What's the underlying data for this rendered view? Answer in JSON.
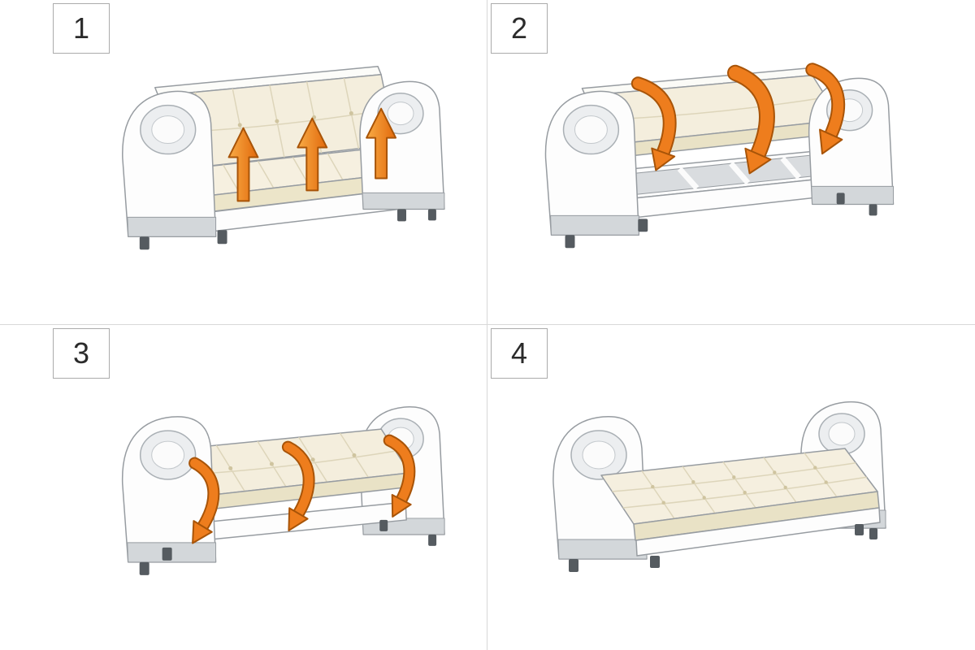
{
  "colors": {
    "arrow_orange": "#EE7D1D",
    "arrow_orange_dark": "#A85408",
    "outline_gray": "#979CA1",
    "cushion_cream": "#F4EEDD",
    "divider_gray": "#D8D8D8",
    "badge_border": "#ABABAB",
    "badge_text": "#2B2B2B"
  },
  "steps": [
    {
      "number": "1",
      "illustration": "sofa-closed-position",
      "arrows_icon": "three-up-arrows"
    },
    {
      "number": "2",
      "illustration": "backrest-folding-down-over-open-frame",
      "arrows_icon": "three-curved-down-arrows"
    },
    {
      "number": "3",
      "illustration": "cushion-unfolding-flat-forward",
      "arrows_icon": "three-curved-down-forward-arrows"
    },
    {
      "number": "4",
      "illustration": "fully-unfolded-flat-bed",
      "arrows_icon": "none"
    }
  ]
}
